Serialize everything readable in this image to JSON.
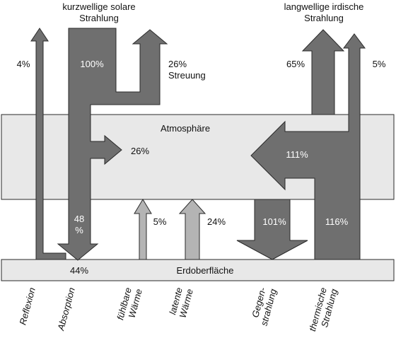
{
  "colors": {
    "band": "#e8e8e8",
    "arrow_dark": "#6f6f6f",
    "arrow_light": "#b4b4b4",
    "outline": "#2a2a2a"
  },
  "header": {
    "solar_line1": "kurzwellige solare",
    "solar_line2": "Strahlung",
    "terrestrial_line1": "langwellige irdische",
    "terrestrial_line2": "Strahlung"
  },
  "layers": {
    "atmosphere": "Atmosphäre",
    "surface": "Erdoberfläche"
  },
  "values": {
    "reflection": "4%",
    "incoming": "100%",
    "scatter": "26%",
    "scatter_label": "Streuung",
    "atm_absorption": "26%",
    "surface_absorbed_1": "48",
    "surface_absorbed_2": "%",
    "sensible": "5%",
    "latent": "24%",
    "counter": "101%",
    "thermal": "116%",
    "atm_emission": "111%",
    "outgoing_longwave": "65%",
    "window": "5%",
    "surface_total": "44%"
  },
  "footer": {
    "reflexion": "Reflexion",
    "absorption": "Absorption",
    "sensible_1": "fühlbare",
    "sensible_2": "Wärme",
    "latent_1": "latente",
    "latent_2": "Wärme",
    "counter_1": "Gegen-",
    "counter_2": "strahlung",
    "thermal_1": "thermische",
    "thermal_2": "Strahlung"
  }
}
